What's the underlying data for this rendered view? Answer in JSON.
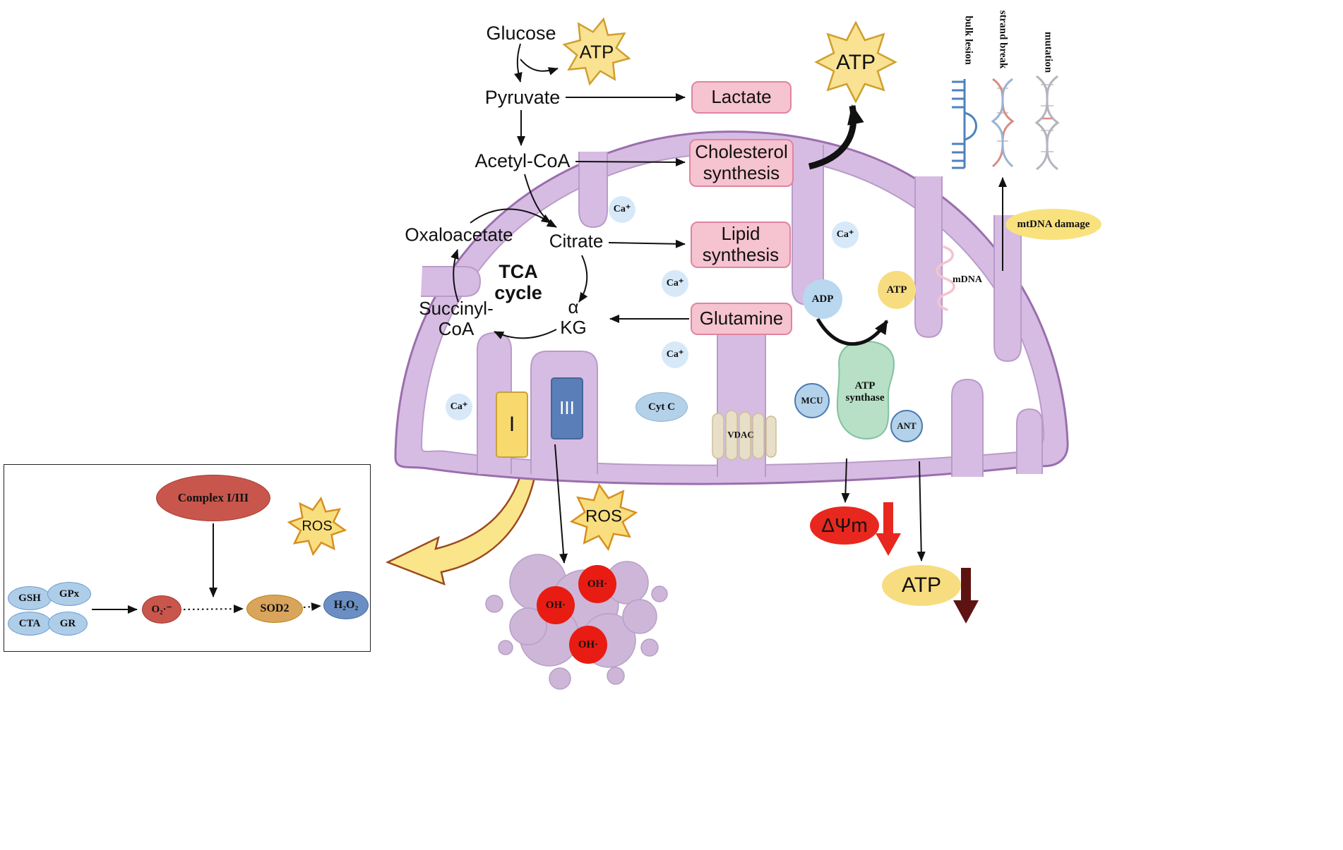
{
  "glycolysis": {
    "glucose": "Glucose",
    "pyruvate": "Pyruvate",
    "acetyl_coa": "Acetyl-CoA",
    "atp_star": "ATP"
  },
  "tca": {
    "label_line1": "TCA",
    "label_line2": "cycle",
    "oxaloacetate": "Oxaloacetate",
    "citrate": "Citrate",
    "alpha": "α",
    "kg": "KG",
    "succinyl_line1": "Succinyl-",
    "succinyl_line2": "CoA"
  },
  "synthesis_boxes": {
    "lactate": "Lactate",
    "cholesterol": "Cholesterol synthesis",
    "lipid": "Lipid synthesis",
    "glutamine": "Glutamine"
  },
  "energy": {
    "atp_star_top": "ATP",
    "adp": "ADP",
    "atp_matrix": "ATP",
    "atp_reduced": "ATP",
    "membrane_potential": "ΔΨm"
  },
  "ions": {
    "calcium": "Ca⁺"
  },
  "proteins": {
    "complex_i": "I",
    "complex_iii": "III",
    "cyt_c": "Cyt C",
    "vdac": "VDAC",
    "mcu": "MCU",
    "atp_synthase_line1": "ATP",
    "atp_synthase_line2": "synthase",
    "ant": "ANT"
  },
  "dna": {
    "mdna": "mDNA",
    "mtdna_damage": "mtDNA damage",
    "bulk_lesion": "bulk lesion",
    "strand_break": "strand break",
    "mutation": "mutation"
  },
  "ros": {
    "star_main": "ROS",
    "star_inset": "ROS",
    "hydroxyl": "OH·"
  },
  "inset": {
    "complex_i_iii": "Complex I/III",
    "gsh": "GSH",
    "gpx": "GPx",
    "cta": "CTA",
    "gr": "GR",
    "superoxide": "O₂·⁻",
    "sod2": "SOD2",
    "h2o2": "H₂O₂"
  },
  "colors": {
    "membrane": "#d6bce2",
    "membrane_stroke": "#9b6eae",
    "matrix": "#ffffff",
    "pink_box": "#f6c3d0",
    "pink_box_border": "#e0849f",
    "star_fill": "#f9e291",
    "star_stroke": "#cf9f2f",
    "red": "#e8281e",
    "maroon": "#5e1313",
    "atp_yellow": "#f7dd80",
    "calcium_blue": "#d7e9f8",
    "protein_blue": "#b3d1e8",
    "synthase_green": "#b7e0c6",
    "sod2_tan": "#d9a45b",
    "h2o2_blue": "#6b8fc2",
    "complex_red": "#c9564c"
  }
}
